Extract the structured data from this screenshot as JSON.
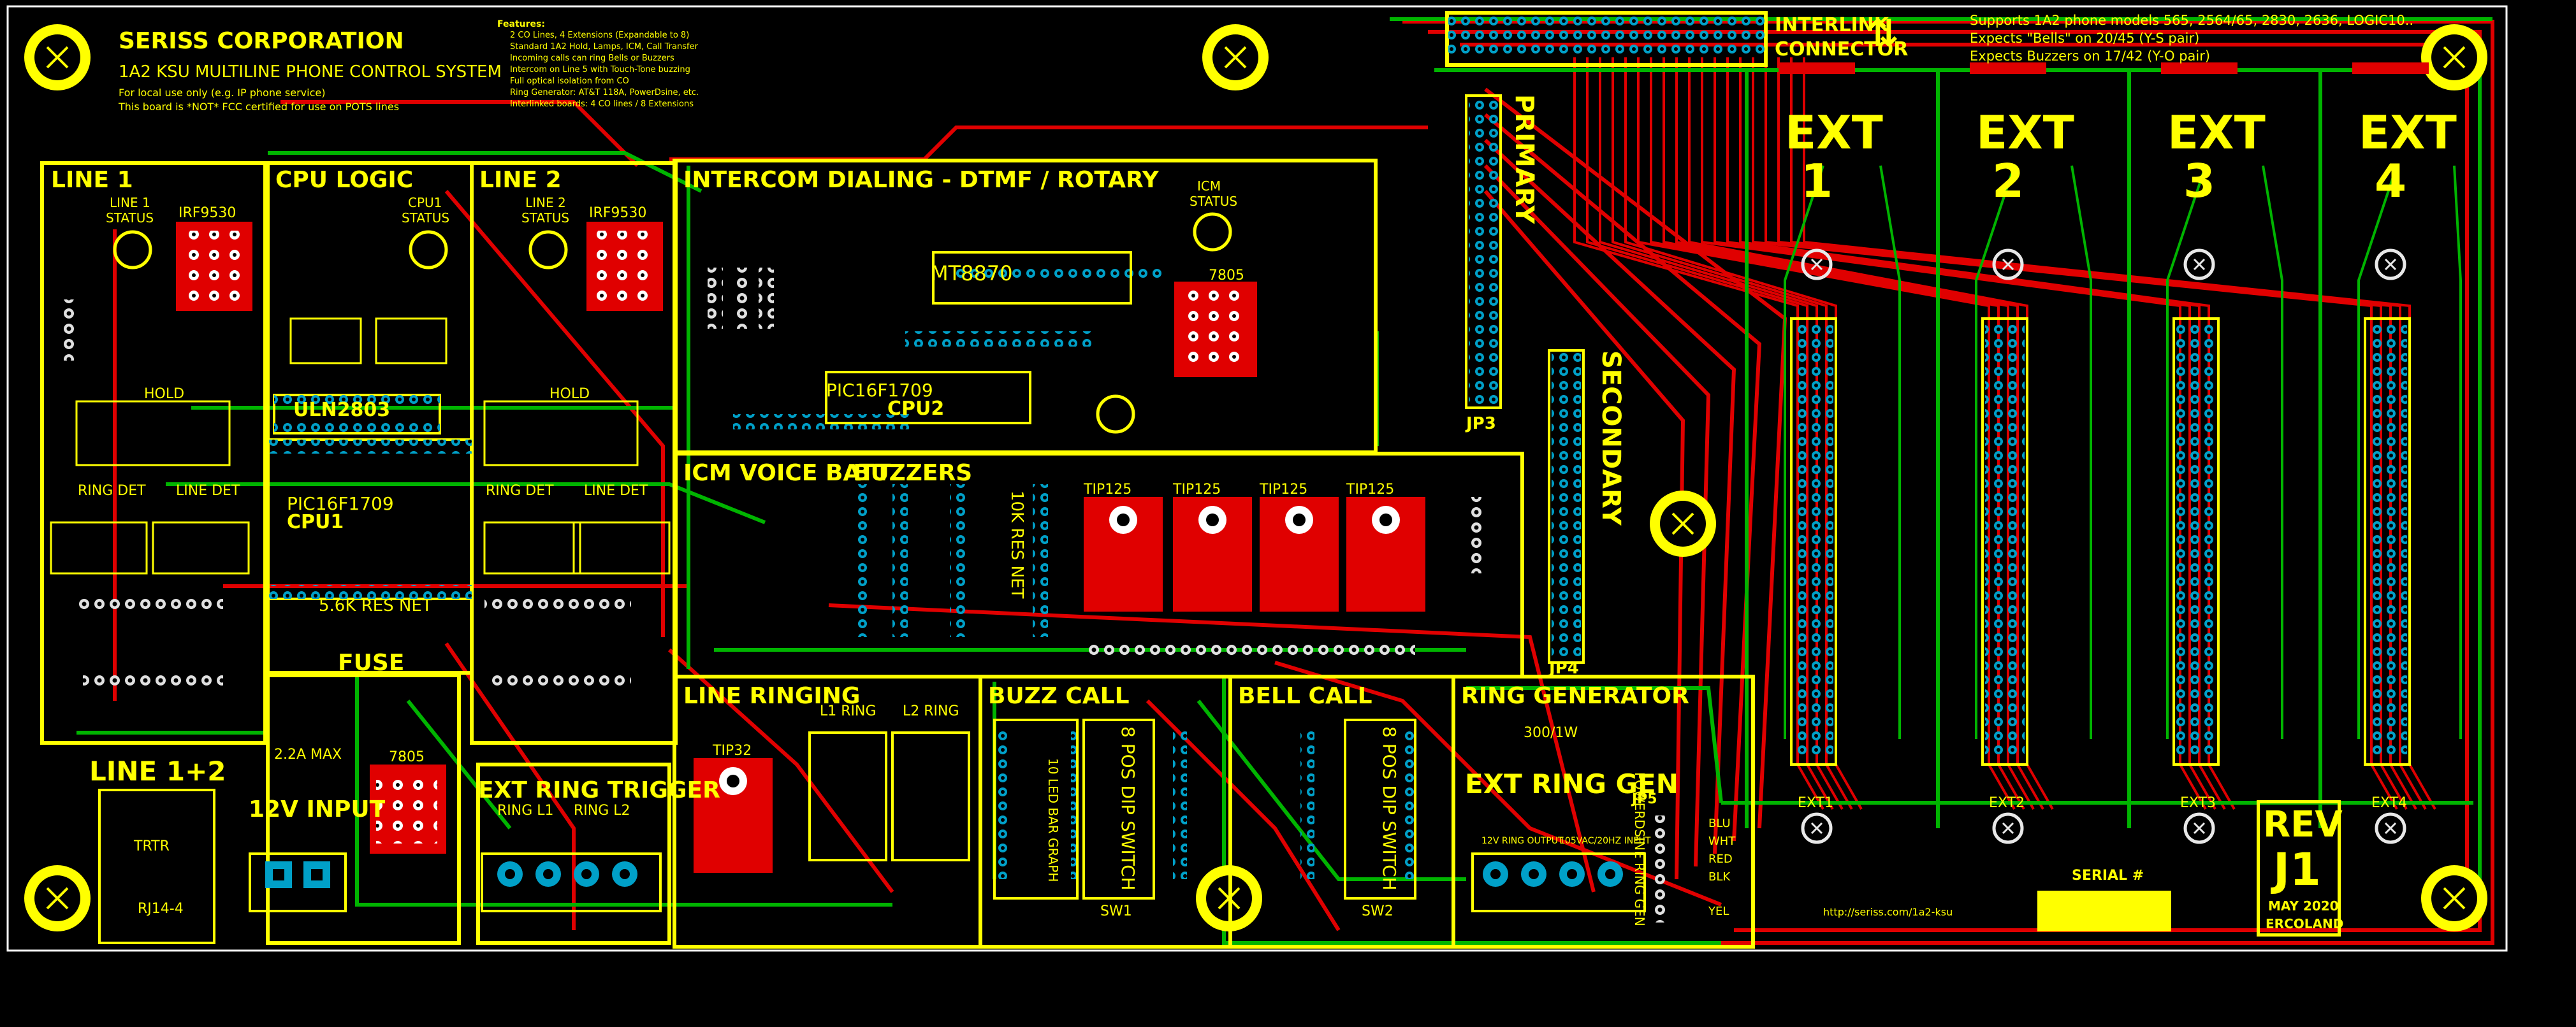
{
  "company": "SERISS CORPORATION",
  "product": "1A2 KSU MULTILINE PHONE CONTROL SYSTEM",
  "notes": [
    "For local use only (e.g. IP phone service)",
    "This board is *NOT* FCC certified for use on POTS lines"
  ],
  "features_heading": "Features:",
  "features": [
    "2 CO Lines, 4 Extensions (Expandable to 8)",
    "Standard 1A2 Hold, Lamps, ICM, Call Transfer",
    "Incoming calls can ring Bells or Buzzers",
    "Intercom on Line 5 with Touch-Tone buzzing",
    "Full optical isolation from CO",
    "Ring Generator: AT&T 118A, PowerDsine, etc.",
    "Interlinked boards: 4 CO lines / 8 Extensions"
  ],
  "interlink": {
    "title": "INTERLINK",
    "subtitle": "CONNECTOR"
  },
  "supports": [
    "Supports 1A2 phone models 565, 2564/65, 2830, 2636, LOGIC10..",
    "Expects \"Bells\" on 20/45 (Y-S pair)",
    "Expects Buzzers on 17/42 (Y-O pair)"
  ],
  "sections": {
    "line1": "LINE 1",
    "cpu_logic": "CPU LOGIC",
    "line2": "LINE 2",
    "intercom": "INTERCOM DIALING - DTMF / ROTARY",
    "icm_voice": "ICM VOICE BATT",
    "buzzers": "BUZZERS",
    "fuse": "FUSE",
    "line12": "LINE 1+2",
    "input12v": "12V INPUT",
    "ext_ring_trigger": "EXT RING TRIGGER",
    "line_ringing": "LINE RINGING",
    "buzz_call": "BUZZ CALL",
    "bell_call": "BELL CALL",
    "ring_generator": "RING GENERATOR",
    "ext_ring_gen": "EXT RING GEN"
  },
  "headers": {
    "primary": "PRIMARY",
    "secondary": "SECONDARY",
    "jp3": "JP3",
    "jp4": "JP4",
    "jp5": "JP5"
  },
  "extensions": [
    {
      "label": "EXT",
      "num": "1",
      "conn": "EXT1"
    },
    {
      "label": "EXT",
      "num": "2",
      "conn": "EXT2"
    },
    {
      "label": "EXT",
      "num": "3",
      "conn": "EXT3"
    },
    {
      "label": "EXT",
      "num": "4",
      "conn": "EXT4"
    }
  ],
  "parts": {
    "irf": "IRF9530",
    "uln": "ULN2803",
    "pic_cpu1": "PIC16F1709",
    "cpu1": "CPU1",
    "cpu2": "CPU2",
    "pic_cpu2": "PIC16F1709",
    "mt8870": "MT8870",
    "reg7805": "7805",
    "resnet_cpu": "5.6K RES NET",
    "resnet_buzz": "10K RES NET",
    "tip32": "TIP32",
    "tip125": "TIP125",
    "max_fuse": "2.2A MAX",
    "dip": "8 POS DIP SWITCH",
    "ledbar": "10 LED BAR GRAPH",
    "res_300": "300/1W",
    "hold": "HOLD",
    "ring_det": "RING DET",
    "line_det": "LINE DET",
    "status": "STATUS",
    "line1_status": "LINE 1",
    "line2_status": "LINE 2",
    "cpu1_status": "CPU1",
    "icm_status": "ICM",
    "rj14": "RJ14-4",
    "trtr": "TRTR",
    "sw1": "SW1",
    "sw2": "SW2",
    "ring_l1": "RING L1",
    "ring_l2": "RING L2",
    "l1_ring": "L1 RING",
    "l2_ring": "L2 RING",
    "output": "12V RING OUTPUT",
    "input": "105VAC/20HZ INPUT",
    "powerdsine": "POWERDSINE RING GEN",
    "colors": [
      "BLU",
      "WHT",
      "RED",
      "BLK",
      "YEL"
    ]
  },
  "footer": {
    "url": "http://seriss.com/1a2-ksu",
    "serial": "SERIAL #",
    "rev1": "REV",
    "rev2": "J1",
    "date": "MAY 2020",
    "author": "ERCOLAND"
  },
  "palette": {
    "bg": "#000000",
    "silk": "#ffff00",
    "top": "#e00000",
    "bottom": "#00b400",
    "pad": "#e8e8e8",
    "hole": "#00a0c8"
  }
}
